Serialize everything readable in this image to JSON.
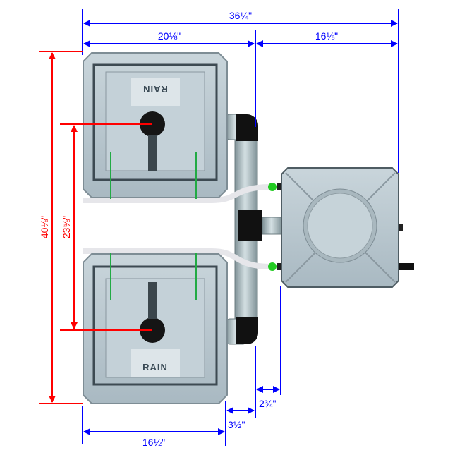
{
  "colors": {
    "horizontal_dimensions": "#0000ff",
    "vertical_dimensions": "#ff0000",
    "tank_body": "#b9c7cf",
    "pipe": "#aab9be",
    "fitting": "#111111",
    "hose": "#e6e6ea",
    "connector": "#22cc22"
  },
  "dimensions": {
    "overall_width": "36¼\"",
    "tanks_to_pipe_width": "20⅛\"",
    "pump_width": "16⅛\"",
    "overall_height": "40⅛\"",
    "outlet_spacing": "23⅝\"",
    "tank_width": "16½\"",
    "tank_to_pipe_gap": "3½\"",
    "pipe_to_pump_gap": "2¾\""
  },
  "components": {
    "top_tank_logo": "RAIN",
    "bottom_tank_logo": "RAIN"
  }
}
